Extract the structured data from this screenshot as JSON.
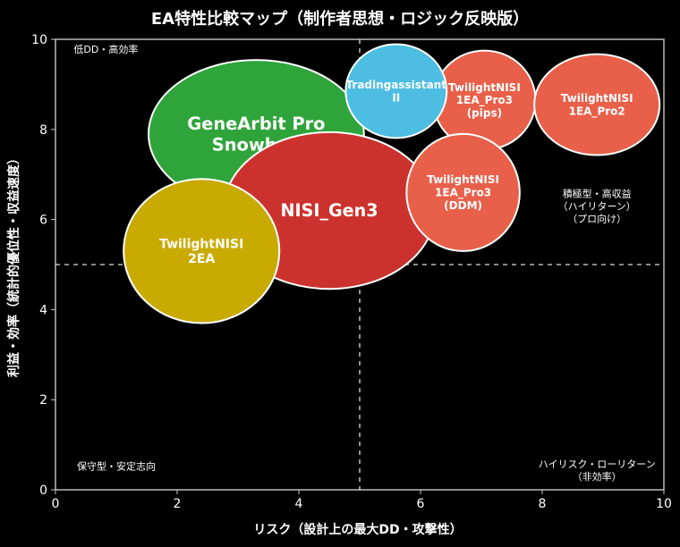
{
  "chart_data": {
    "type": "bubble",
    "title": "EA特性比較マップ（制作者思想・ロジック反映版）",
    "xlabel": "リスク（設計上の最大DD・攻撃性）",
    "ylabel": "利益・効率（統計的優位性・収益速度）",
    "xlim": [
      0,
      10
    ],
    "ylim": [
      0,
      10
    ],
    "xticks": [
      "0",
      "2",
      "4",
      "6",
      "8",
      "10"
    ],
    "yticks": [
      "0",
      "2",
      "4",
      "6",
      "8",
      "10"
    ],
    "reference_lines": {
      "x": 5,
      "y": 5
    },
    "grid": false,
    "series": [
      {
        "name": "GeneArbit Pro Snowball",
        "lines": [
          "GeneArbit Pro",
          "Snowball"
        ],
        "x": 3.3,
        "y": 7.9,
        "rx": 1.77,
        "ry": 1.64,
        "color": "#2ea43a"
      },
      {
        "name": "NISI_Gen3",
        "lines": [
          "NISI_Gen3"
        ],
        "x": 4.5,
        "y": 6.2,
        "rx": 1.74,
        "ry": 1.74,
        "color": "#cc322d"
      },
      {
        "name": "TwilightNISI 2EA",
        "lines": [
          "TwilightNISI",
          "2EA"
        ],
        "x": 2.4,
        "y": 5.3,
        "rx": 1.28,
        "ry": 1.6,
        "color": "#c9aa00"
      },
      {
        "name": "TwilightNISI 1EA_Pro3 (pips)",
        "lines": [
          "TwilightNISI",
          "1EA_Pro3",
          "(pips)"
        ],
        "x": 7.05,
        "y": 8.65,
        "rx": 0.84,
        "ry": 1.1,
        "color": "#e8604a"
      },
      {
        "name": "Tradingassistant II",
        "lines": [
          "Tradingassistant",
          "II"
        ],
        "x": 5.6,
        "y": 8.85,
        "rx": 0.83,
        "ry": 1.04,
        "color": "#4dbde2"
      },
      {
        "name": "TwilightNISI 1EA_Pro2",
        "lines": [
          "TwilightNISI",
          "1EA_Pro2"
        ],
        "x": 8.9,
        "y": 8.55,
        "rx": 1.03,
        "ry": 1.12,
        "color": "#e8604a"
      },
      {
        "name": "TwilightNISI 1EA_Pro3 (DDM)",
        "lines": [
          "TwilightNISI",
          "1EA_Pro3",
          "(DDM)"
        ],
        "x": 6.7,
        "y": 6.6,
        "rx": 0.93,
        "ry": 1.3,
        "color": "#e8604a"
      }
    ],
    "annotations": [
      {
        "lines": [
          "低DD・高効率"
        ],
        "x": 0.3,
        "y": 9.7,
        "align": "start"
      },
      {
        "lines": [
          "積極型・高収益",
          "（ハイリターン）",
          "（プロ向け）"
        ],
        "x": 8.9,
        "y": 6.5,
        "align": "middle"
      },
      {
        "lines": [
          "保守型・安定志向"
        ],
        "x": 1.0,
        "y": 0.45,
        "align": "middle"
      },
      {
        "lines": [
          "ハイリスク・ローリターン",
          "（非効率）"
        ],
        "x": 8.9,
        "y": 0.5,
        "align": "middle"
      }
    ]
  }
}
